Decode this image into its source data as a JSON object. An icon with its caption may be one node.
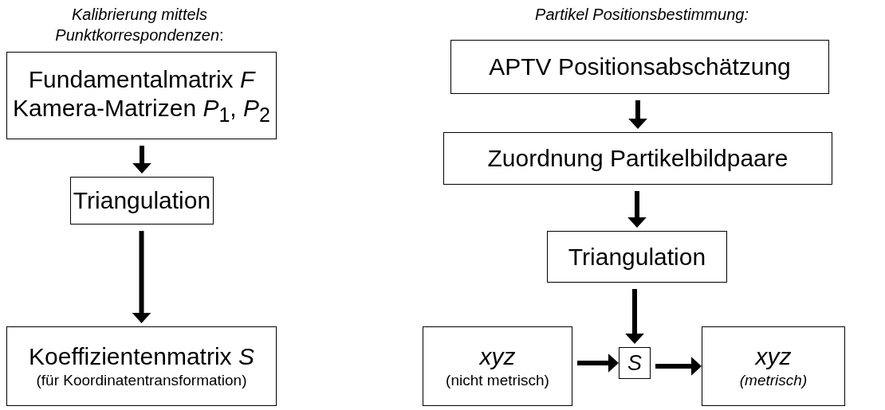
{
  "diagram": {
    "nodes": [
      {
        "text": [
          "Fundamentalmatrix *F*",
          "Kamera-Matrizen *P*$_{1}$, *P*$_{2}$"
        ]
      },
      {
        "text": [
          "Triangulation"
        ]
      },
      {
        "text": [
          "Koeffizientenmatrix *S*",
          "(für Koordinatentransformation)"
        ]
      },
      {
        "text": [
          "APTV Positionsabschätzung"
        ]
      },
      {
        "text": [
          "Zuordnung Partikelbildpaare"
        ]
      },
      {
        "text": [
          "Triangulation"
        ]
      },
      {
        "text": [
          "*xyz*",
          "(nicht metrisch)"
        ]
      },
      {
        "text": [
          "*S*"
        ]
      },
      {
        "text": [
          "*xyz*",
          "*(metrisch)*"
        ]
      }
    ],
    "edges": [
      {
        "from": 0,
        "to": 1,
        "arrow": "to"
      },
      {
        "from": 1,
        "to": 2,
        "arrow": "to"
      },
      {
        "from": 3,
        "to": 4,
        "arrow": "to"
      },
      {
        "from": 4,
        "to": 5,
        "arrow": "to"
      },
      {
        "from": 5,
        "to": 7,
        "arrow": "to"
      },
      {
        "from": 6,
        "to": 7,
        "arrow": "to"
      },
      {
        "from": 7,
        "to": 8,
        "arrow": "to"
      }
    ],
    "labels": [
      "*Kalibrierung mittels Punktkorrespondenzen*:",
      "*Partikel Positionsbestimmung:*"
    ]
  }
}
